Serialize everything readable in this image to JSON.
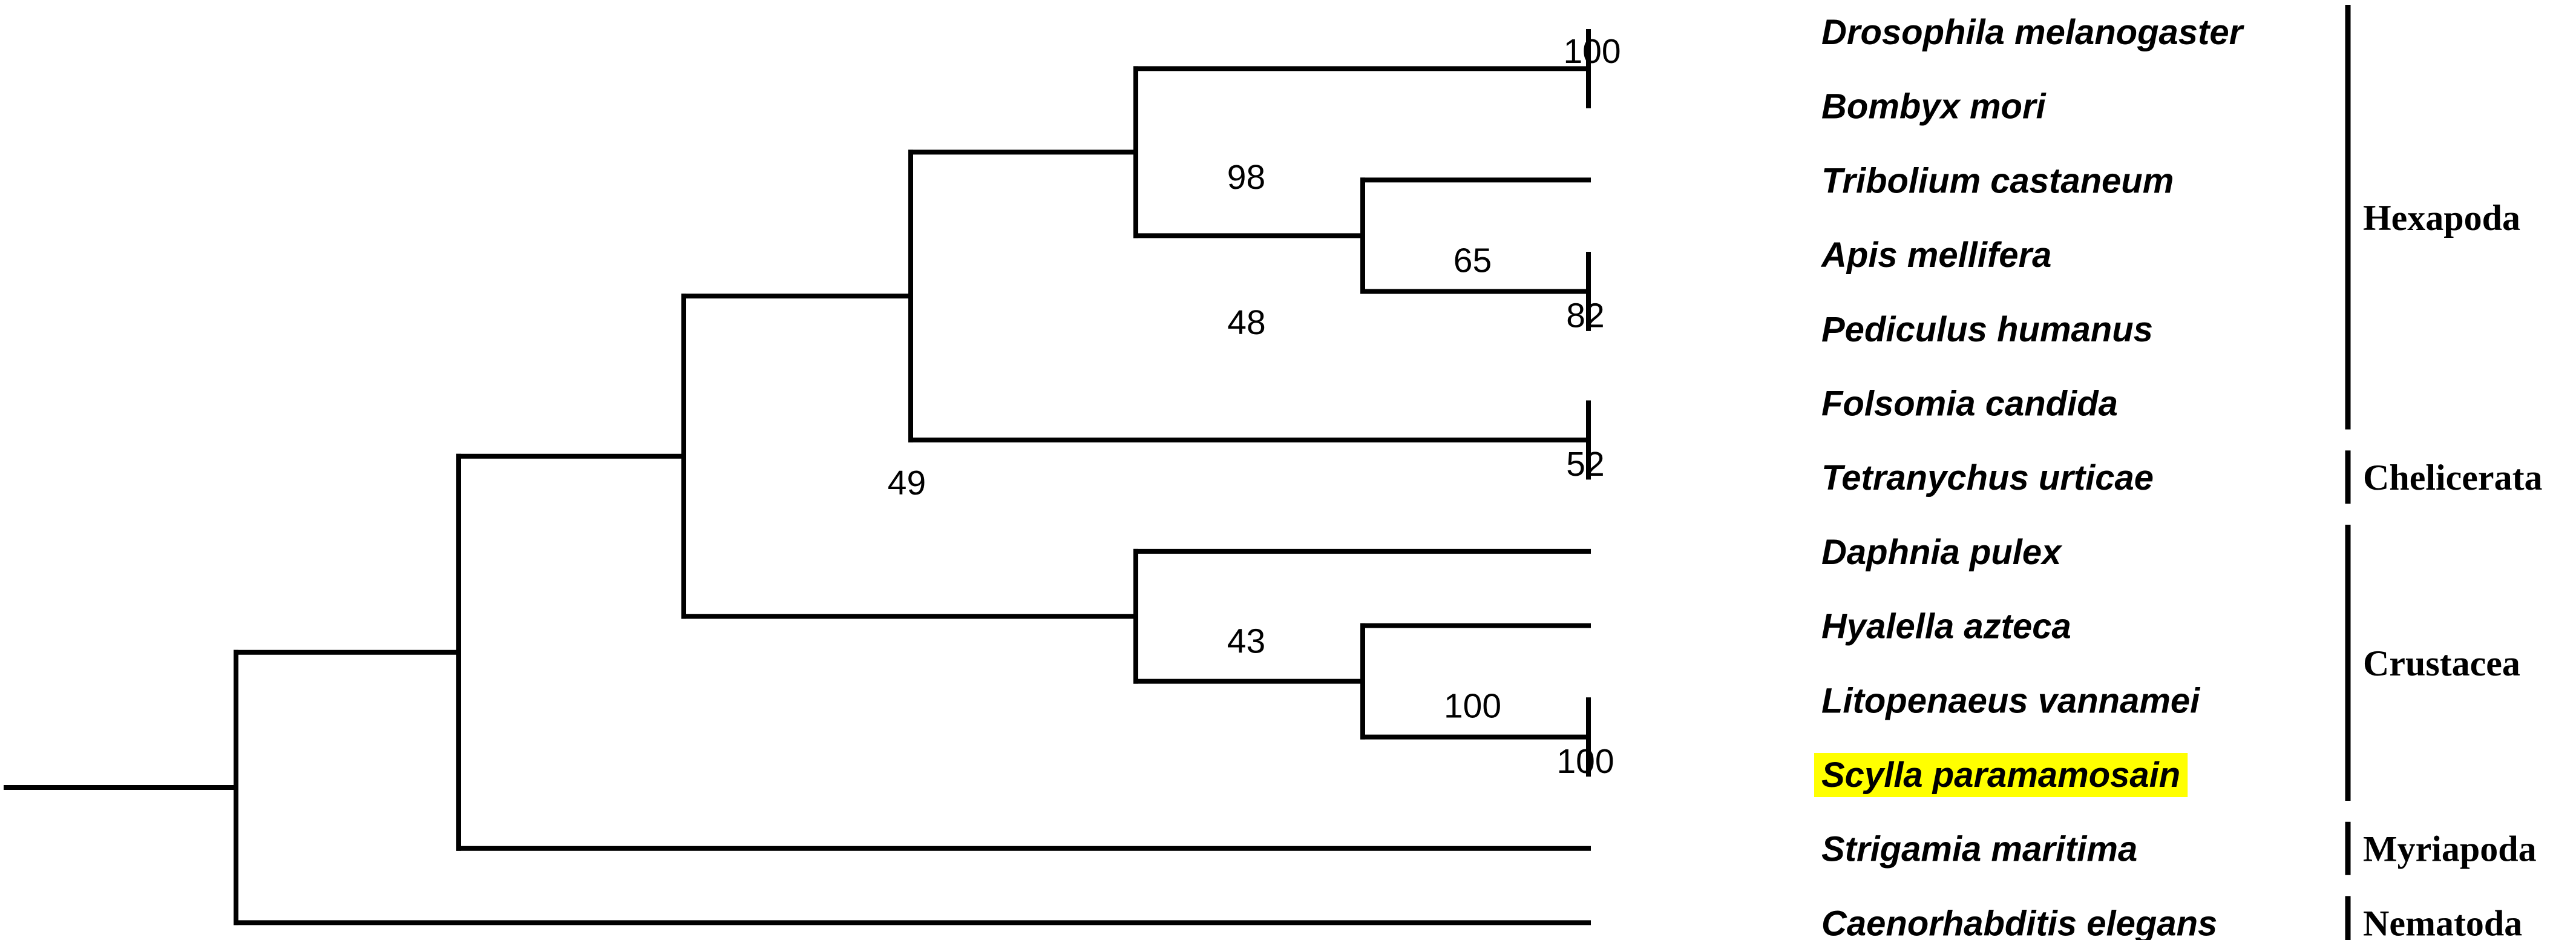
{
  "tree": {
    "taxa": [
      {
        "id": "dm",
        "label": "Drosophila melanogaster"
      },
      {
        "id": "bm",
        "label": "Bombyx mori"
      },
      {
        "id": "tc",
        "label": "Tribolium castaneum"
      },
      {
        "id": "am",
        "label": "Apis mellifera"
      },
      {
        "id": "ph",
        "label": "Pediculus humanus"
      },
      {
        "id": "fc",
        "label": "Folsomia candida"
      },
      {
        "id": "tu",
        "label": "Tetranychus urticae"
      },
      {
        "id": "dp",
        "label": "Daphnia pulex"
      },
      {
        "id": "ha",
        "label": "Hyalella azteca"
      },
      {
        "id": "lv",
        "label": "Litopenaeus vannamei"
      },
      {
        "id": "sp",
        "label": "Scylla paramamosain",
        "highlighted": true
      },
      {
        "id": "sm",
        "label": "Strigamia maritima"
      },
      {
        "id": "ce",
        "label": "Caenorhabditis elegans"
      }
    ],
    "nodes": [
      {
        "id": "n_dm_bm",
        "children": [
          "dm",
          "bm"
        ],
        "support": "100"
      },
      {
        "id": "n_am_ph",
        "children": [
          "am",
          "ph"
        ],
        "support": "82"
      },
      {
        "id": "n_tc_amph",
        "children": [
          "tc",
          "n_am_ph"
        ],
        "support": "65"
      },
      {
        "id": "n_insects",
        "children": [
          "n_dm_bm",
          "n_tc_amph"
        ],
        "support": "98"
      },
      {
        "id": "n_fc_tu",
        "children": [
          "fc",
          "tu"
        ],
        "support": "52"
      },
      {
        "id": "n_hexa",
        "children": [
          "n_insects",
          "n_fc_tu"
        ],
        "support": "48"
      },
      {
        "id": "n_lv_sp",
        "children": [
          "lv",
          "sp"
        ],
        "support": "100"
      },
      {
        "id": "n_ha_lvsp",
        "children": [
          "ha",
          "n_lv_sp"
        ],
        "support": "100"
      },
      {
        "id": "n_crust",
        "children": [
          "dp",
          "n_ha_lvsp"
        ],
        "support": "43"
      },
      {
        "id": "n_pancrust",
        "children": [
          "n_hexa",
          "n_crust"
        ],
        "support": "49"
      },
      {
        "id": "n_arthro",
        "children": [
          "n_pancrust",
          "sm"
        ],
        "support": ""
      },
      {
        "id": "n_root",
        "children": [
          "n_arthro",
          "ce"
        ],
        "support": ""
      }
    ],
    "highlight_color": "#ffff00",
    "line_color": "#000000"
  },
  "clades": [
    {
      "label": "Hexapoda",
      "from": "dm",
      "to": "fc"
    },
    {
      "label": "Chelicerata",
      "from": "tu",
      "to": "tu"
    },
    {
      "label": "Crustacea",
      "from": "dp",
      "to": "sp"
    },
    {
      "label": "Myriapoda",
      "from": "sm",
      "to": "sm"
    },
    {
      "label": "Nematoda",
      "from": "ce",
      "to": "ce"
    }
  ]
}
